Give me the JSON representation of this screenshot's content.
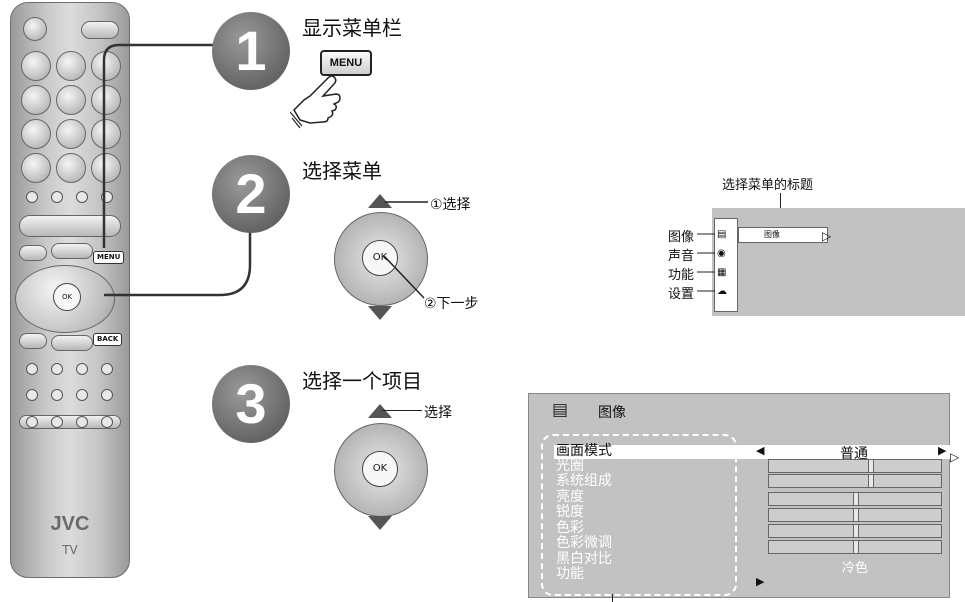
{
  "remote": {
    "menu_key": "MENU",
    "ok_key": "OK",
    "back_key": "BACK",
    "brand": "JVC",
    "model": "TV"
  },
  "steps": [
    {
      "number": "1",
      "title": "显示菜单栏",
      "button": "MENU"
    },
    {
      "number": "2",
      "title": "选择菜单",
      "ok": "OK",
      "annot_select": "①选择",
      "annot_next": "②下一步"
    },
    {
      "number": "3",
      "title": "选择一个项目",
      "ok": "OK",
      "annot_select": "选择"
    }
  ],
  "menu_preview": {
    "caption": "选择菜单的标题",
    "selected_title": "图像",
    "categories": [
      "图像",
      "声音",
      "功能",
      "设置"
    ]
  },
  "picture_menu": {
    "title": "图像",
    "items": [
      "画面模式",
      "光圈",
      "系统组成",
      "亮度",
      "锐度",
      "色彩",
      "色彩微调",
      "黑白对比",
      "功能"
    ],
    "mode_value": "普通",
    "contrast_value": "冷色",
    "levels": [
      0.59,
      0.59,
      0.5,
      0.5,
      0.5,
      0.5
    ]
  }
}
